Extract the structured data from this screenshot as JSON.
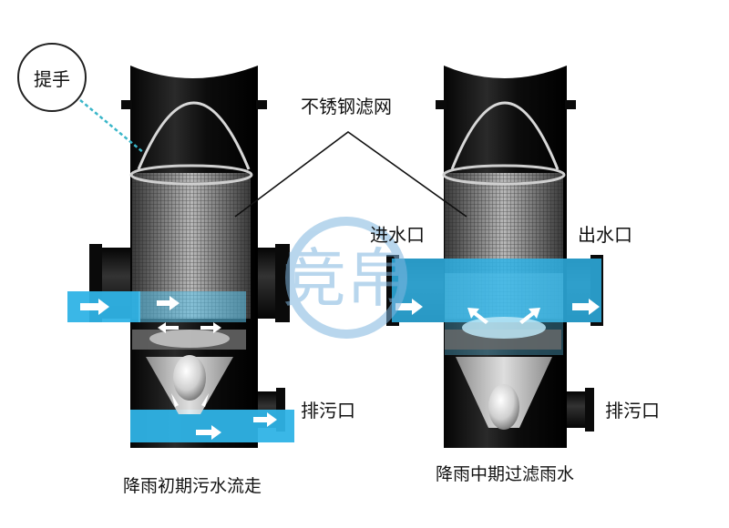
{
  "labels": {
    "handle": "提手",
    "filter_mesh": "不锈钢滤网",
    "inlet": "进水口",
    "outlet": "出水口",
    "drain_left": "排污口",
    "drain_right": "排污口"
  },
  "captions": {
    "left": "降雨初期污水流走",
    "right": "降雨中期过滤雨水"
  },
  "watermark": {
    "text": "竞帛"
  },
  "colors": {
    "pipe_black": "#111111",
    "water_blue": "#2fb3e6",
    "arrow_white": "#ffffff",
    "watermark_blue": "#7fb6df",
    "mesh_gray": "#8a8a8a"
  },
  "icons": [
    "flow-arrow-icon",
    "check-ball-icon",
    "handle-callout-icon"
  ]
}
